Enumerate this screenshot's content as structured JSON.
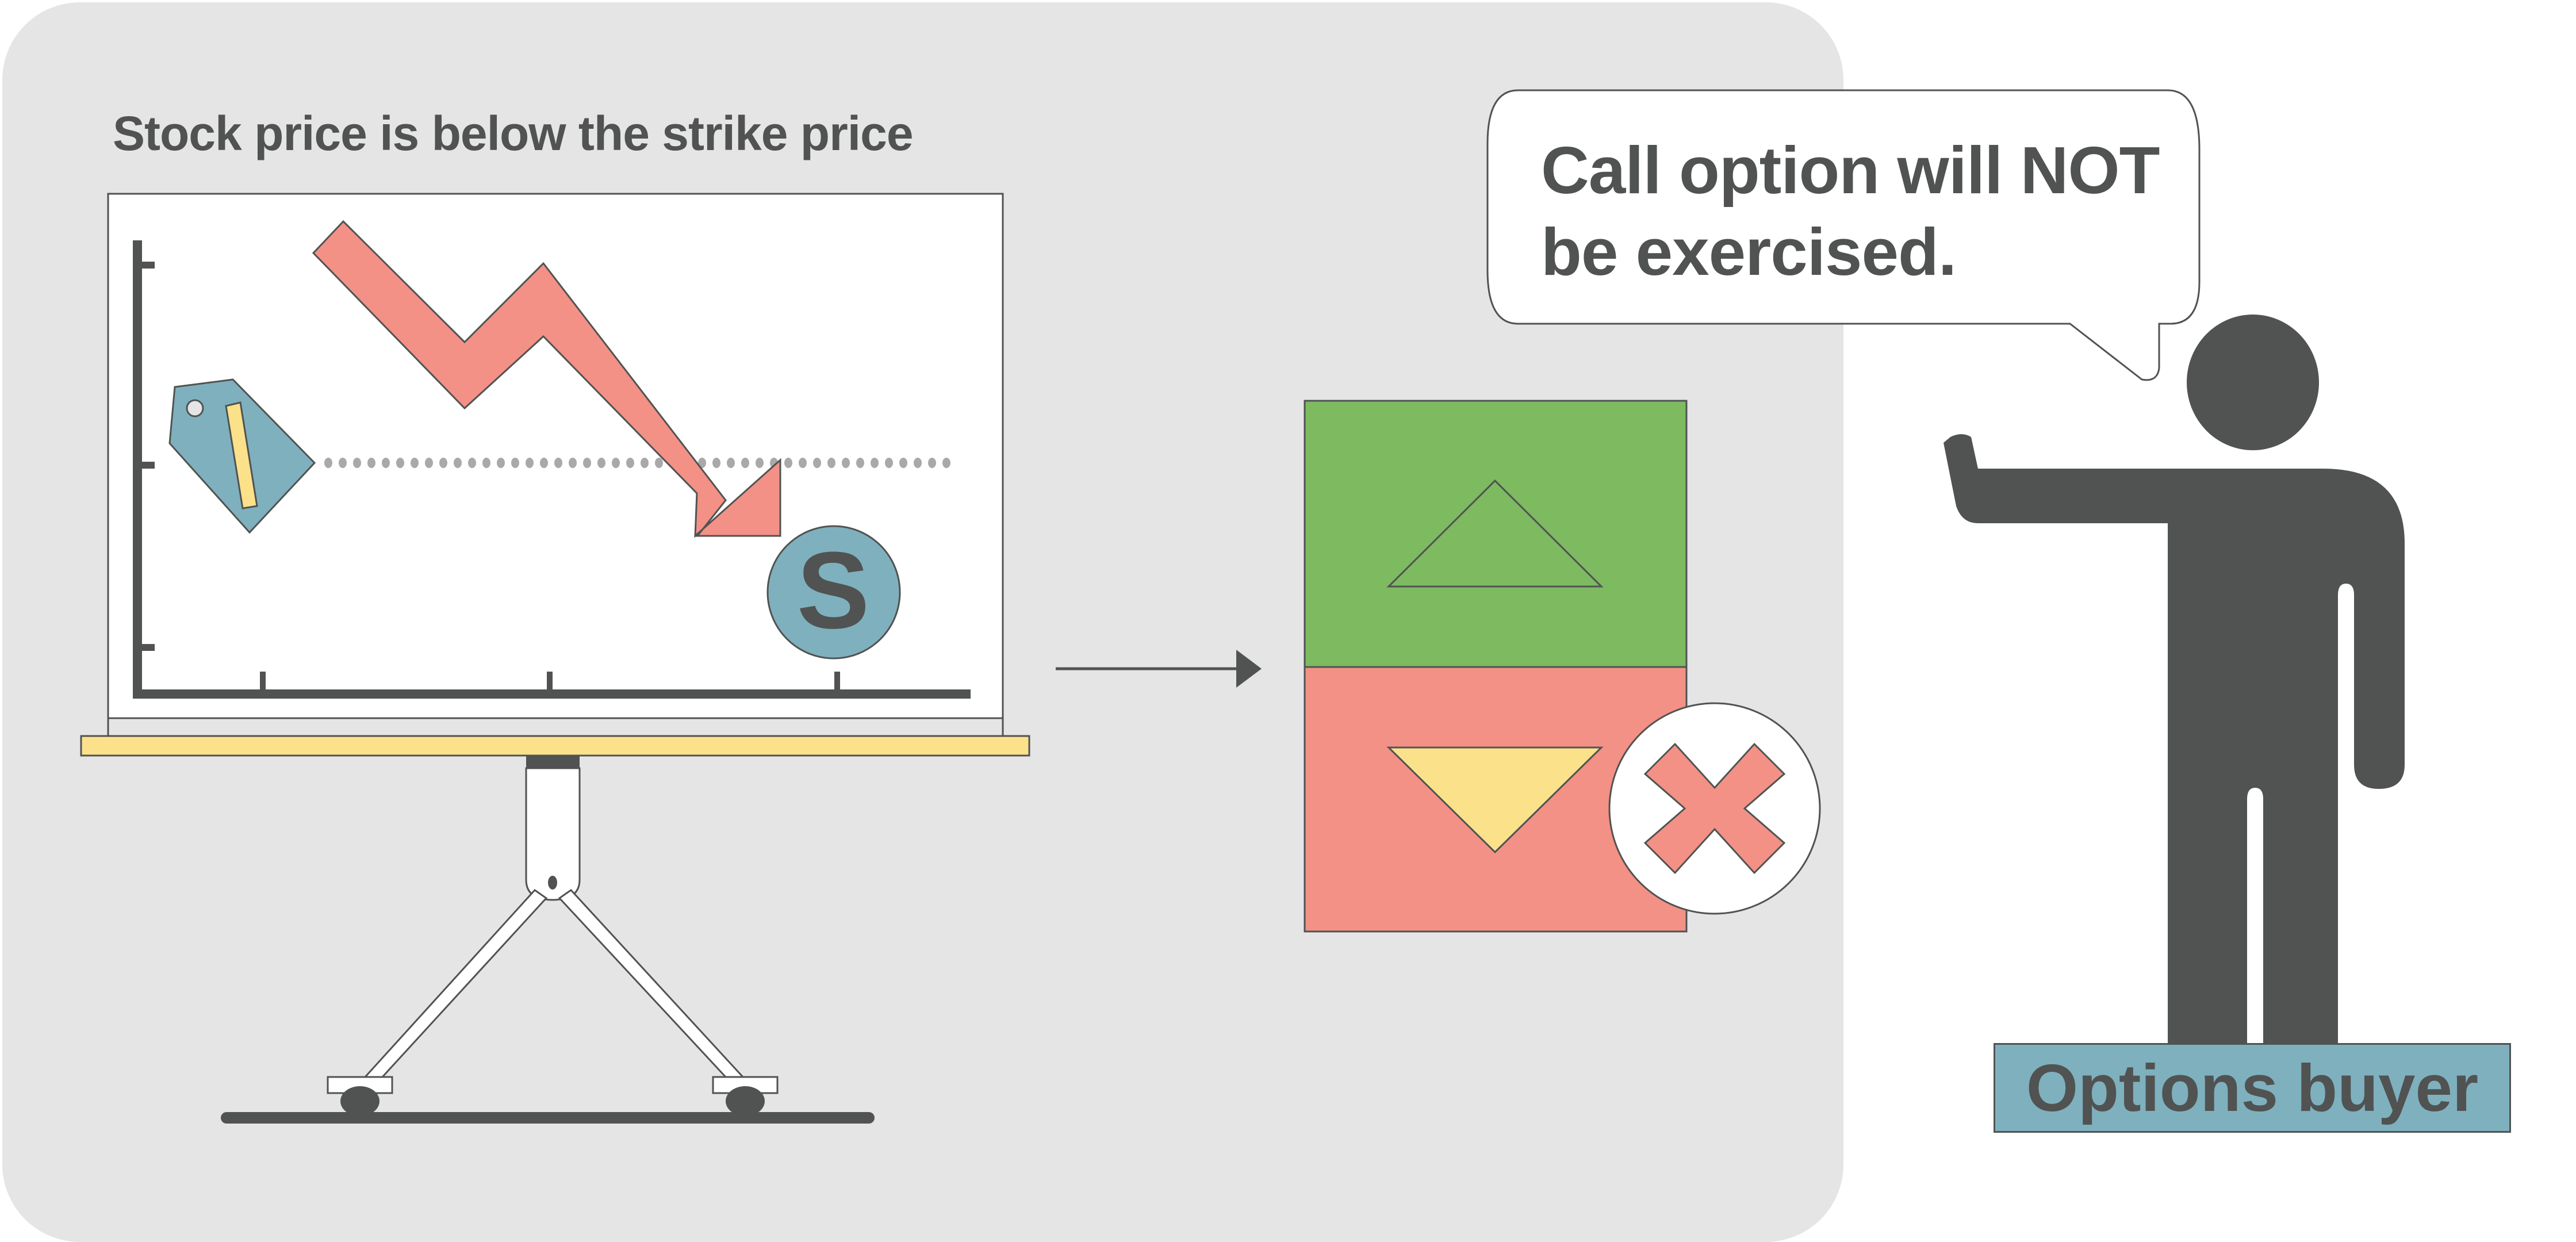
{
  "title": "Stock price is below the strike price",
  "speech_bubble": {
    "line1": "Call option will NOT",
    "line2": "be exercised."
  },
  "person_label": "Options buyer",
  "chart_board": {
    "coin_symbol": "S",
    "price_trend": "down",
    "strike_line": "dotted",
    "price_tag": "strike price tag"
  },
  "outcome": {
    "up_box": "green up-triangle",
    "down_box": "red down-triangle",
    "result_icon": "x-mark"
  },
  "colors": {
    "panel_bg": "#e5e5e5",
    "dark": "#505352",
    "teal": "#7fb0be",
    "salmon": "#f39186",
    "green": "#7dba60",
    "yellow": "#fce18b",
    "dots": "#a8a9a8"
  }
}
